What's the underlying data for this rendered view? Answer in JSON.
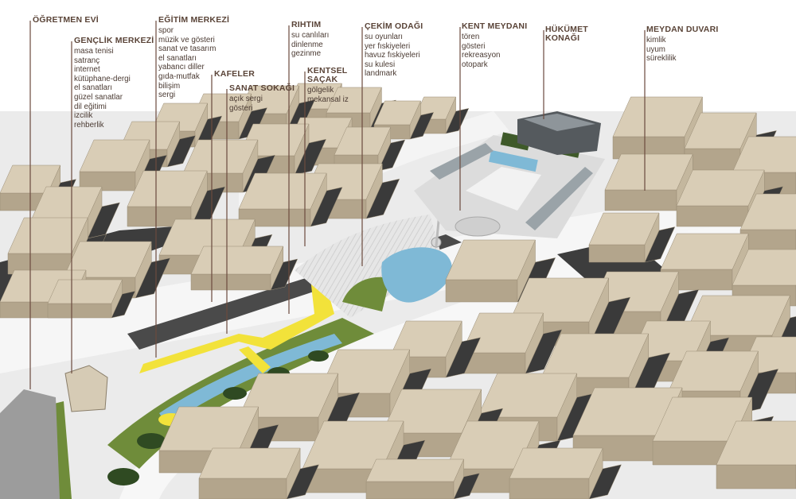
{
  "colors": {
    "leader_line": "#6b4a3e",
    "label_text": "#5a4438",
    "building_top": "#d9cdb6",
    "building_side": "#b3a58c",
    "building_shadow": "#3a3a3a",
    "ground": "#ededed",
    "road": "#c8c8c8",
    "green": "#6f8c3a",
    "dark_green": "#3f5a2a",
    "water": "#7fb9d6",
    "yellow": "#f2e23a"
  },
  "labels": [
    {
      "id": "ogretmen-evi",
      "title": "ÖĞRETMEN EVİ",
      "items": []
    },
    {
      "id": "genclik-merkezi",
      "title": "GENÇLİK MERKEZİ",
      "items": [
        "masa tenisi",
        "satranç",
        "internet",
        "kütüphane-dergi",
        "el sanatları",
        "güzel sanatlar",
        "dil eğitimi",
        "izcilik",
        "rehberlik"
      ]
    },
    {
      "id": "egitim-merkezi",
      "title": "EĞİTİM MERKEZİ",
      "items": [
        "spor",
        "müzik ve gösteri",
        "sanat ve tasarım",
        "el sanatları",
        "yabancı diller",
        "gıda-mutfak",
        "bilişim",
        "sergi"
      ]
    },
    {
      "id": "kafeler",
      "title": "KAFELER",
      "items": []
    },
    {
      "id": "sanat-sokagi",
      "title": "SANAT SOKAĞI",
      "items": [
        "açık sergi",
        "gösteri"
      ]
    },
    {
      "id": "rihtim",
      "title": "RIHTIM",
      "items": [
        "su canlıları",
        "dinlenme",
        "gezinme"
      ]
    },
    {
      "id": "kentsel-sacak",
      "title": "KENTSEL\nSAÇAK",
      "items": [
        "gölgelik",
        "mekansal iz"
      ]
    },
    {
      "id": "cekim-odagi",
      "title": "ÇEKİM ODAĞI",
      "items": [
        "su oyunları",
        "yer fıskiyeleri",
        "havuz fıskiyeleri",
        "su kulesi",
        "landmark"
      ]
    },
    {
      "id": "kent-meydani",
      "title": "KENT MEYDANI",
      "items": [
        "tören",
        "gösteri",
        "rekreasyon",
        "otopark"
      ]
    },
    {
      "id": "hukumet-konagi",
      "title": "HÜKÜMET\nKONAĞI",
      "items": []
    },
    {
      "id": "meydan-duvari",
      "title": "MEYDAN DUVARI",
      "items": [
        "kimlik",
        "uyum",
        "süreklilik"
      ]
    }
  ]
}
